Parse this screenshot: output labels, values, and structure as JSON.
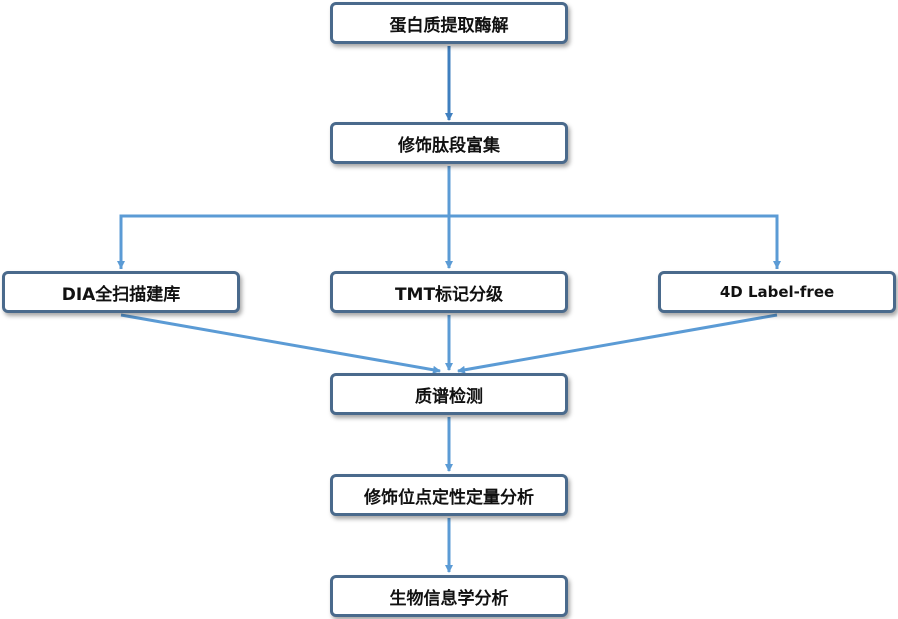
{
  "nodes": {
    "extract": "蛋白质提取酶解",
    "enrich": "修饰肽段富集",
    "dia": "DIA全扫描建库",
    "tmt": "TMT标记分级",
    "label_free": "4D Label-free",
    "ms": "质谱检测",
    "site": "修饰位点定性定量分析",
    "bio": "生物信息学分析"
  },
  "colors": {
    "arrow": "#5b9bd5",
    "arrow_dark": "#3f7fbf",
    "node_border": "#4a6a8c"
  }
}
